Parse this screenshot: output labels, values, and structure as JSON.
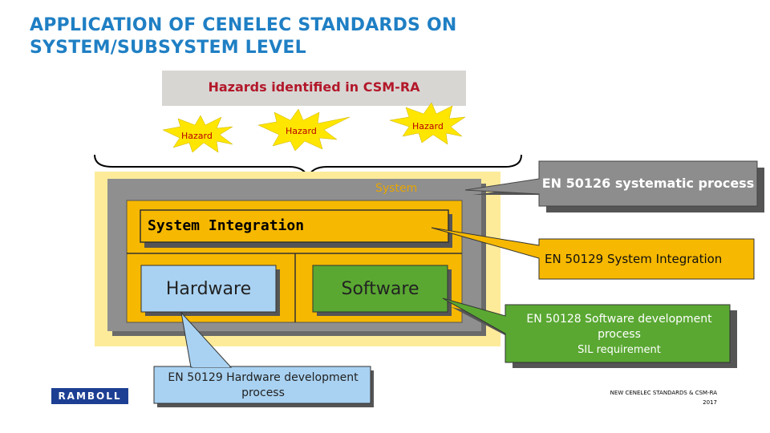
{
  "title": "APPLICATION OF CENELEC STANDARDS ON SYSTEM/SUBSYSTEM LEVEL",
  "hazards_banner": "Hazards identified in CSM-RA",
  "hazards": [
    "Hazard",
    "Hazard",
    "Hazard"
  ],
  "system_label": "System",
  "system_integration_label": "System Integration",
  "hardware_label": "Hardware",
  "software_label": "Software",
  "callouts": {
    "en50126": "EN 50126 systematic process",
    "en50129_system": "EN 50129 System Integration",
    "en50128_line1": "EN 50128 Software development process",
    "en50128_line2": "SIL requirement",
    "en50129_hardware": "EN 50129 Hardware development process"
  },
  "logo_text": "RAMBOLL",
  "footer_line1": "NEW CENELEC STANDARDS & CSM-RA",
  "footer_line2": "2017",
  "colors": {
    "title": "#1f7fc4",
    "banner_bg": "#d7d6d3",
    "banner_text": "#b3182a",
    "hazard_star": "#ffe600",
    "hazard_text": "#b80000",
    "system_outer": "#fdeb9a",
    "system_frame": "#8f8f8f",
    "orange_fill": "#f6b800",
    "hardware_fill": "#a9d2f2",
    "software_fill": "#5aa832",
    "callout_gray": "#8d8d8d",
    "callout_orange": "#f6b800",
    "callout_green": "#5aa832",
    "callout_blue": "#a9d2f2",
    "logo_bg": "#1d3f93"
  }
}
